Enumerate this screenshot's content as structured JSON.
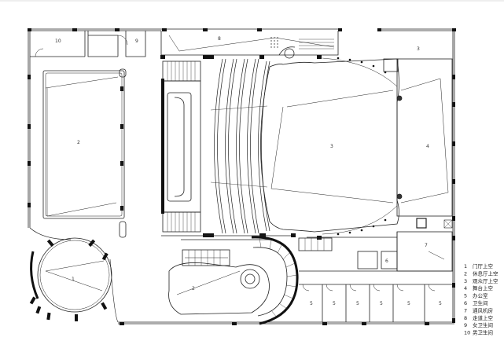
{
  "room_labels": {
    "r10": "10",
    "r9": "9",
    "r8": "8",
    "r3_top": "3",
    "r2_left": "2",
    "r3_center": "3",
    "r4": "4",
    "r1": "1",
    "r2_lower": "2",
    "r6": "6",
    "r7": "7",
    "r5a": "5",
    "r5b": "5",
    "r5c": "5",
    "r5d": "5",
    "r5e": "5",
    "r5f": "5"
  },
  "legend": [
    {
      "num": "1",
      "text": "门厅上空"
    },
    {
      "num": "2",
      "text": "休息厅上空"
    },
    {
      "num": "3",
      "text": "观众厅上空"
    },
    {
      "num": "4",
      "text": "舞台上空"
    },
    {
      "num": "5",
      "text": "办公室"
    },
    {
      "num": "6",
      "text": "卫生间"
    },
    {
      "num": "7",
      "text": "通风机房"
    },
    {
      "num": "8",
      "text": "走道上空"
    },
    {
      "num": "9",
      "text": "女卫生间"
    },
    {
      "num": "10",
      "text": "男卫生间"
    }
  ]
}
